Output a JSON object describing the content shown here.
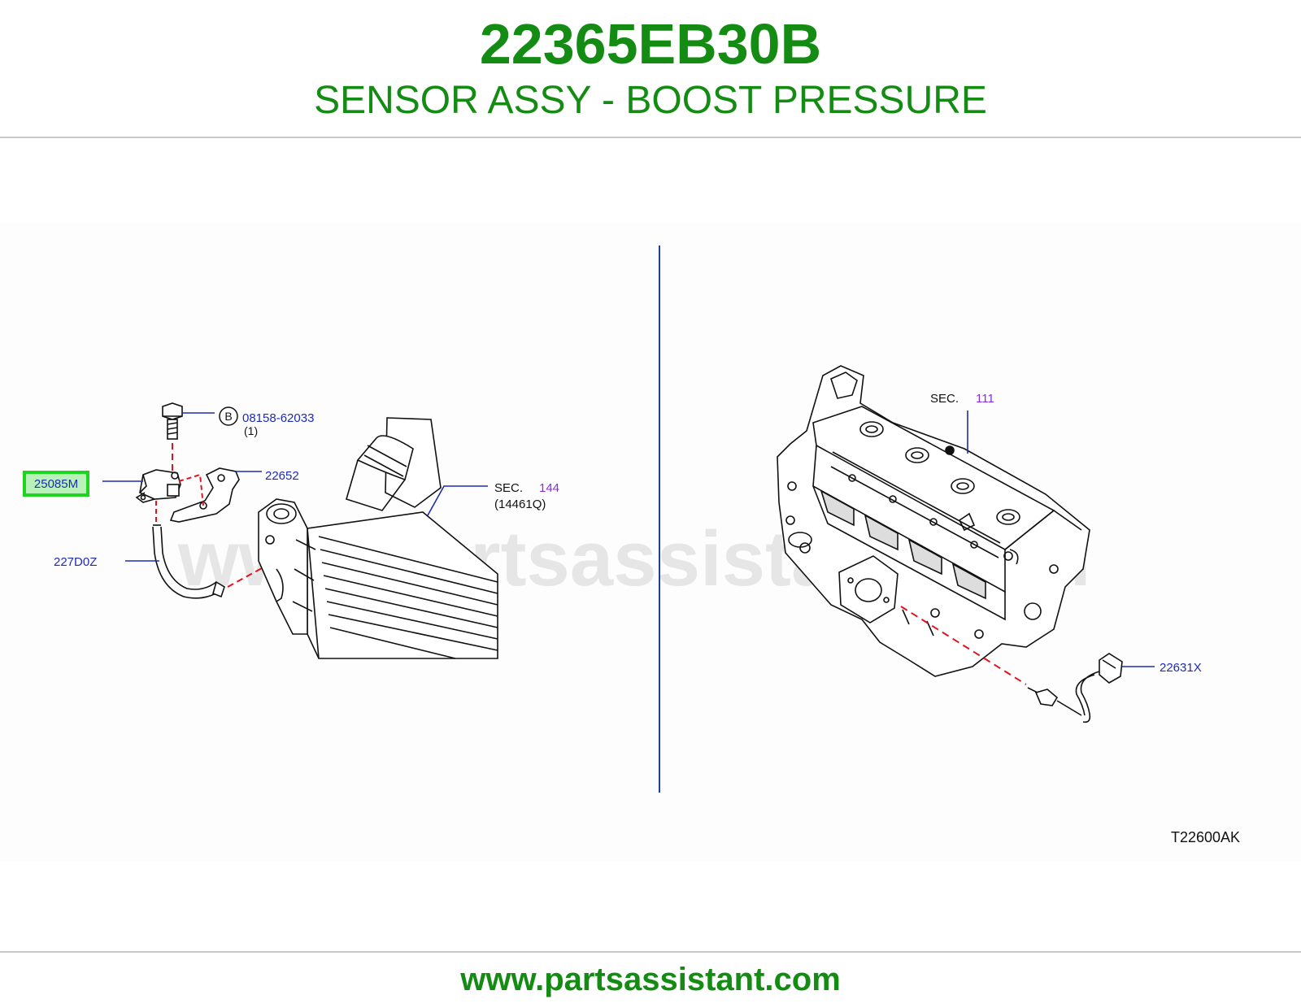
{
  "header": {
    "part_number": "22365EB30B",
    "part_name": "SENSOR ASSY - BOOST PRESSURE"
  },
  "watermark": "www.partsassistant.com",
  "diagram": {
    "left": {
      "bolt_ref": {
        "circle_letter": "B",
        "number": "08158-62033",
        "qty": "(1)"
      },
      "highlighted_part": "25085M",
      "bracket": "22652",
      "hose": "227D0Z",
      "section": {
        "prefix": "SEC.",
        "number": "144",
        "sub": "(14461Q)"
      }
    },
    "right": {
      "section": {
        "prefix": "SEC.",
        "number": "111"
      },
      "sensor": "22631X"
    },
    "drawing_code": "T22600AK"
  },
  "footer": {
    "url": "www.partsassistant.com"
  },
  "colors": {
    "brand_green": "#148c14",
    "label_blue": "#1e2bb4",
    "section_purple": "#8a2be2",
    "highlight_green": "#1fd41f",
    "highlight_fill": "#b9f2b9",
    "dash_red": "#e0141e",
    "divider_blue": "#1f3fa0"
  }
}
